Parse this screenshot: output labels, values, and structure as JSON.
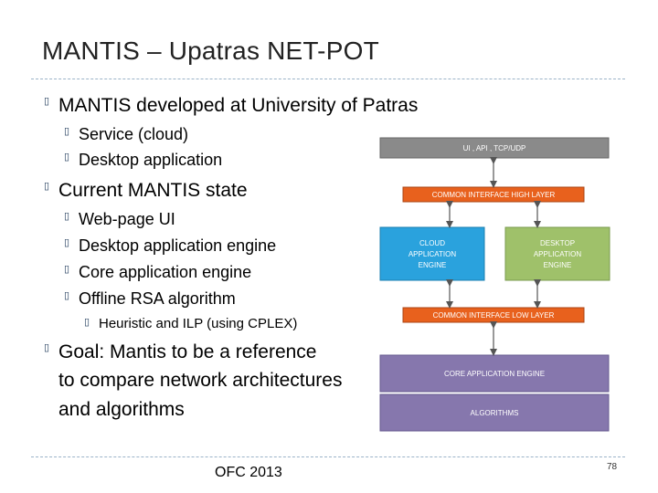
{
  "slide": {
    "title": "MANTIS – Upatras NET-POT",
    "footer": "OFC 2013",
    "page_number": "78"
  },
  "bullets": [
    {
      "level": 1,
      "text": "MANTIS developed at University of Patras"
    },
    {
      "level": 2,
      "text": "Service (cloud)"
    },
    {
      "level": 2,
      "text": "Desktop application"
    },
    {
      "level": 1,
      "text": "Current MANTIS state"
    },
    {
      "level": 2,
      "text": "Web-page UI"
    },
    {
      "level": 2,
      "text": "Desktop application engine"
    },
    {
      "level": 2,
      "text": "Core application engine"
    },
    {
      "level": 2,
      "text": "Offline RSA algorithm"
    },
    {
      "level": 3,
      "text": "Heuristic and ILP (using CPLEX)"
    },
    {
      "level": 1,
      "text": "Goal: Mantis to be a reference"
    },
    {
      "level": 1,
      "text": "to compare network architectures"
    },
    {
      "level": 1,
      "text": "and algorithms"
    }
  ],
  "diagram": {
    "ui_layer": "UI , API , TCP/UDP",
    "common_high": "COMMON INTERFACE HIGH LAYER",
    "cloud_engine": [
      "CLOUD",
      "APPLICATION",
      "ENGINE"
    ],
    "desktop_engine": [
      "DESKTOP",
      "APPLICATION",
      "ENGINE"
    ],
    "common_low": "COMMON INTERFACE LOW LAYER",
    "core_engine": "CORE APPLICATION ENGINE",
    "algorithms": "ALGORITHMS",
    "colors": {
      "ui": "#8a8a8a",
      "common": "#e8611d",
      "cloud": "#2aa2dd",
      "desktop": "#9fc16a",
      "core": "#8677ad"
    }
  }
}
